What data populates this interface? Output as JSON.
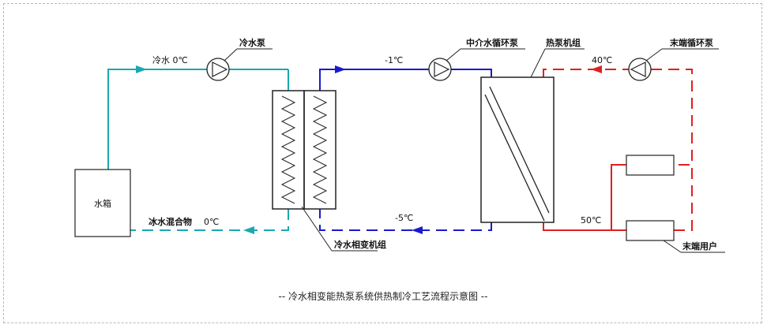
{
  "colors": {
    "cold_water": "#1aa8b0",
    "medium": "#1a1acc",
    "hot": "#e02020",
    "equipment": "#222222"
  },
  "labels": {
    "cold_water_pump": "冷水泵",
    "cold_water_temp": "冷水 0℃",
    "ice_mix": "冰水混合物",
    "ice_mix_temp": "0℃",
    "medium_pump": "中介水循环泵",
    "medium_temp_top": "-1℃",
    "medium_temp_bottom": "-5℃",
    "heat_pump_unit": "热泵机组",
    "end_pump": "末端循环泵",
    "hot_temp_top": "40℃",
    "hot_temp_bottom": "50℃",
    "phase_change_unit": "冷水相变机组",
    "end_user": "末端用户",
    "water_tank": "水箱"
  },
  "icons": {
    "pump": "pump-icon",
    "arrow": "flow-arrow-icon"
  },
  "caption": "-- 冷水相变能热泵系统供热制冷工艺流程示意图 --"
}
